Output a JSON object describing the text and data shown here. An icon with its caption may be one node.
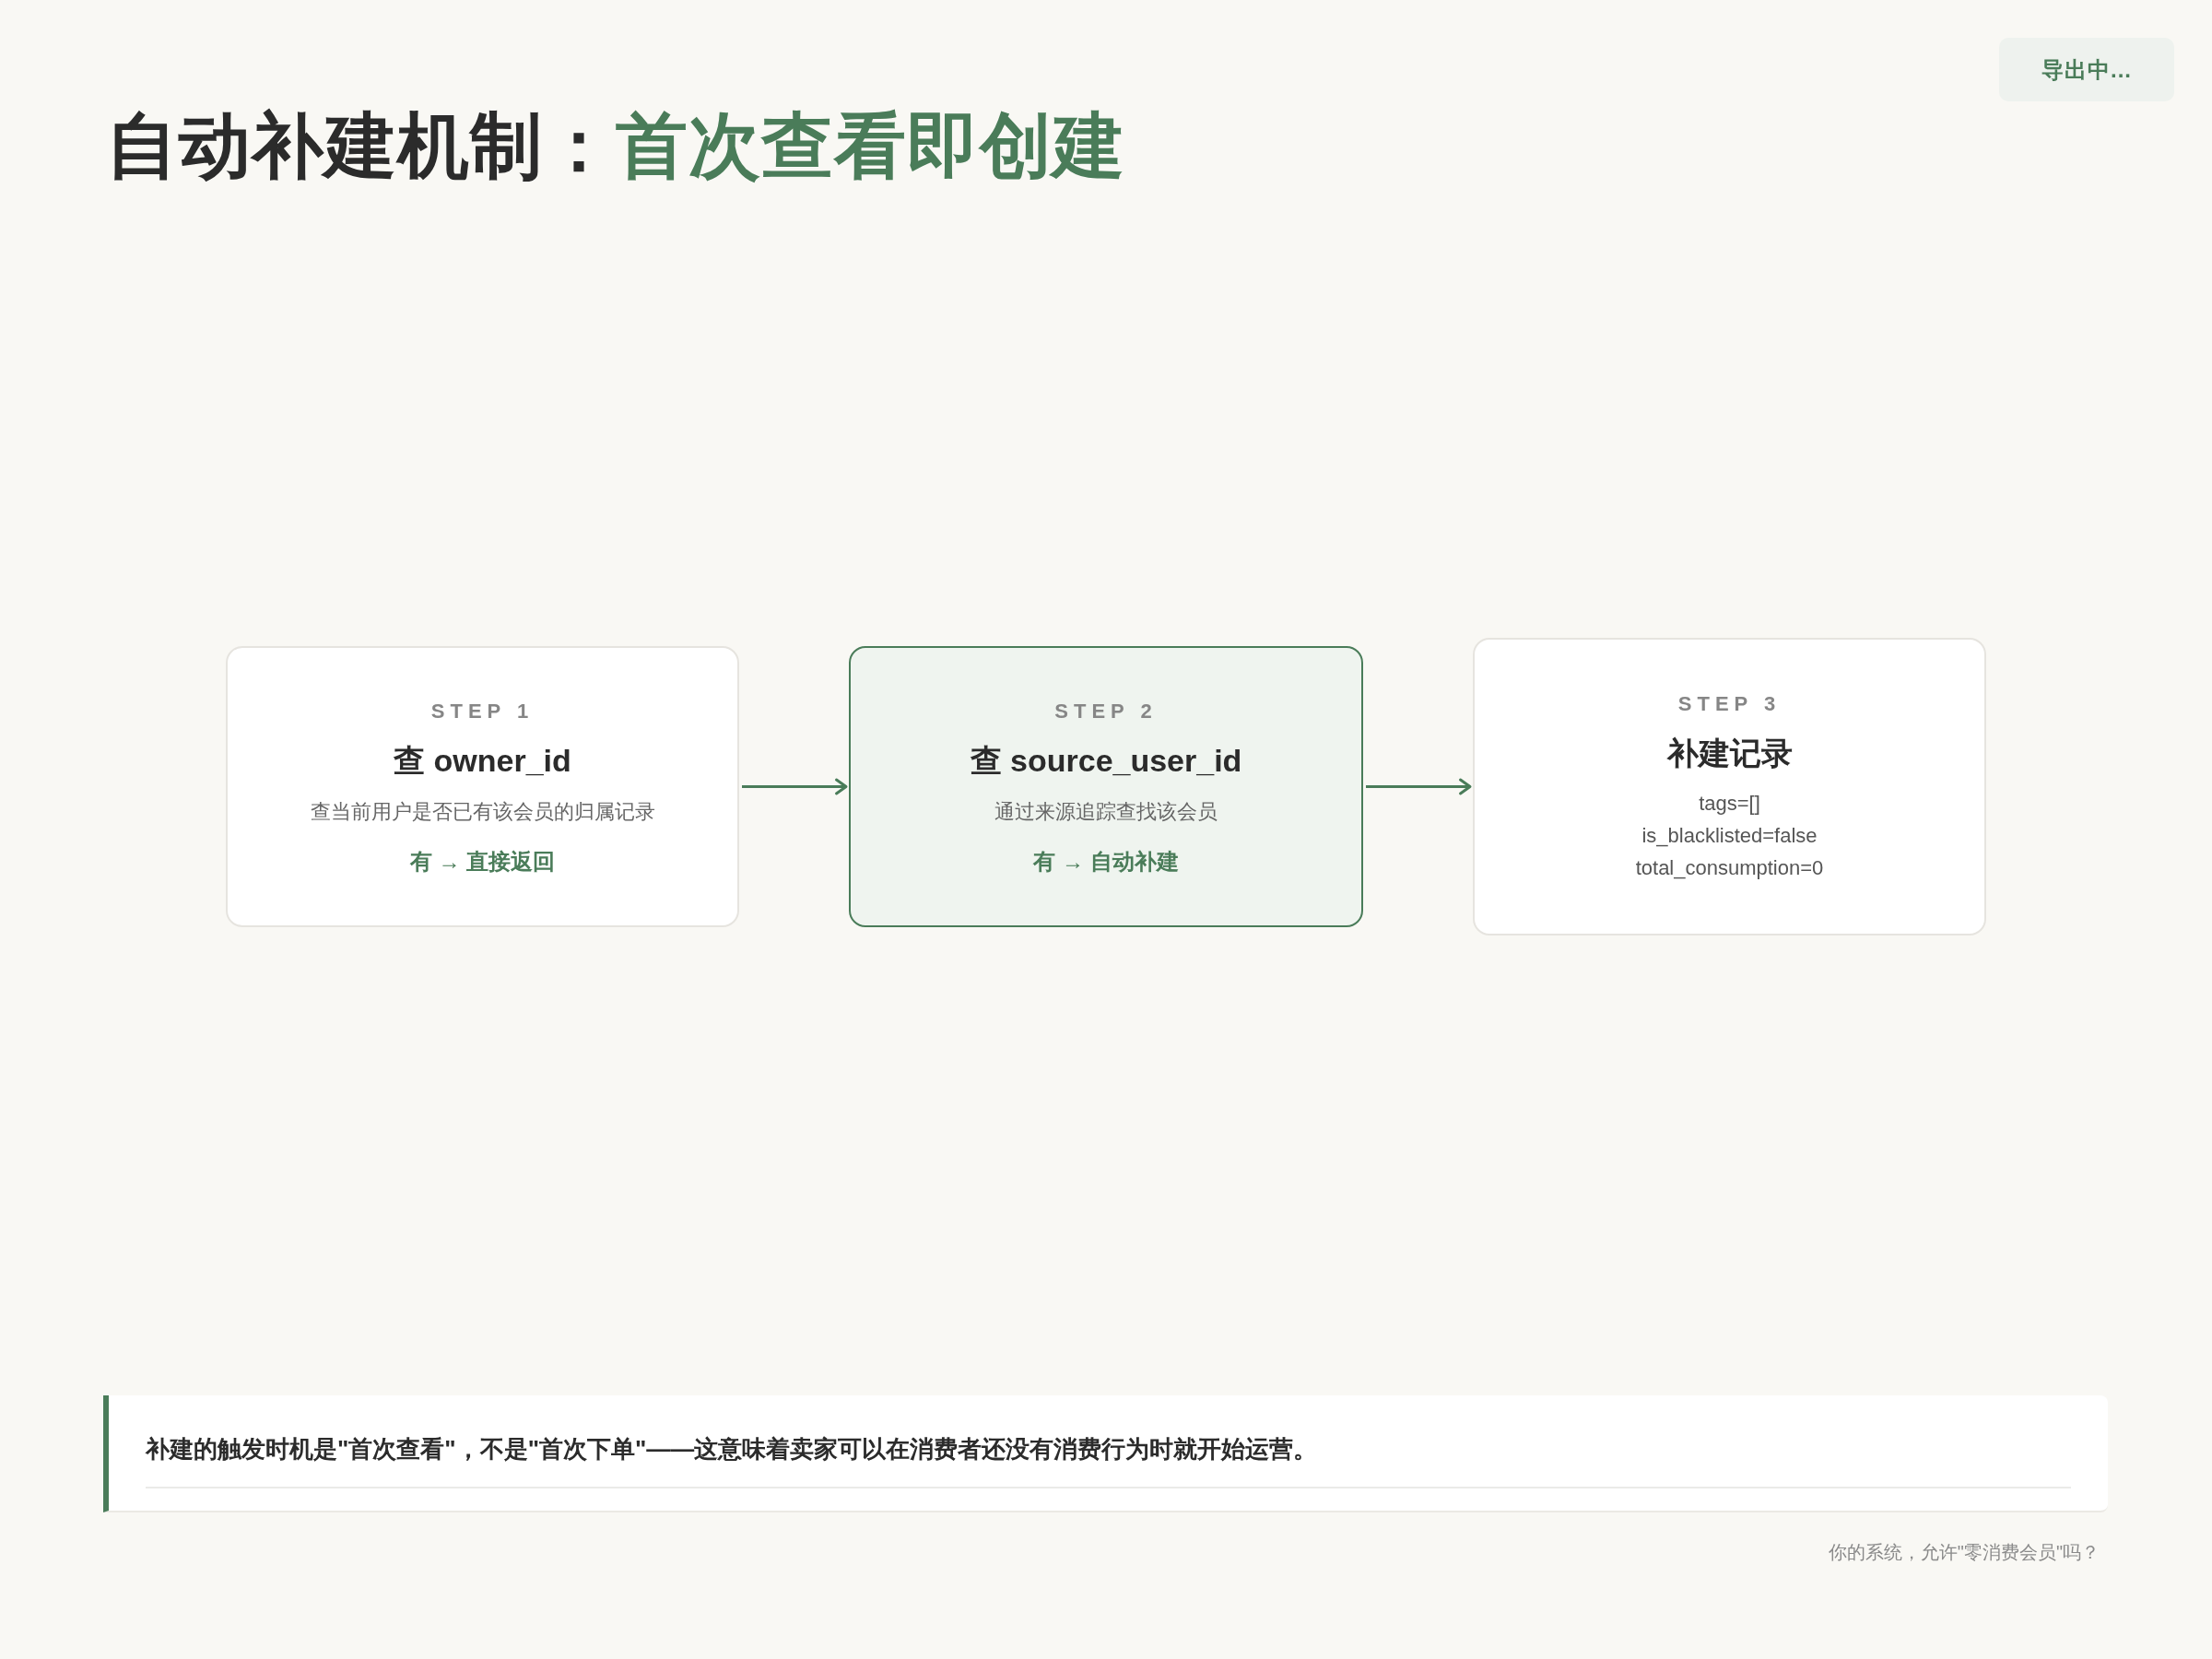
{
  "diagram": {
    "title": "自动补建机制：**首次查看即创建**",
    "nodes": [
      {
        "text": [
          "导出中..."
        ]
      },
      {
        "text": [
          "STEP 1",
          "查 owner_id",
          "查当前用户是否已有该会员的归属记录",
          "有 → 直接返回"
        ]
      },
      {
        "text": [
          "STEP 2",
          "查 source_user_id",
          "通过来源追踪查找该会员",
          "有 → 自动补建"
        ]
      },
      {
        "text": [
          "STEP 3",
          "补建记录",
          "tags=[]",
          "is_blacklisted=false",
          "total_consumption=0"
        ]
      },
      {
        "text": [
          "补建的触发时机是\"首次查看\"，不是\"首次下单\"——这意味着卖家可以在消费者还没有消费行为时就开始运营。"
        ]
      }
    ],
    "edges": [
      {
        "from": 1,
        "to": 2,
        "arrow": "to"
      },
      {
        "from": 2,
        "to": 3,
        "arrow": "to"
      }
    ],
    "labels": [
      "你的系统，允许\"零消费会员\"吗？"
    ]
  }
}
